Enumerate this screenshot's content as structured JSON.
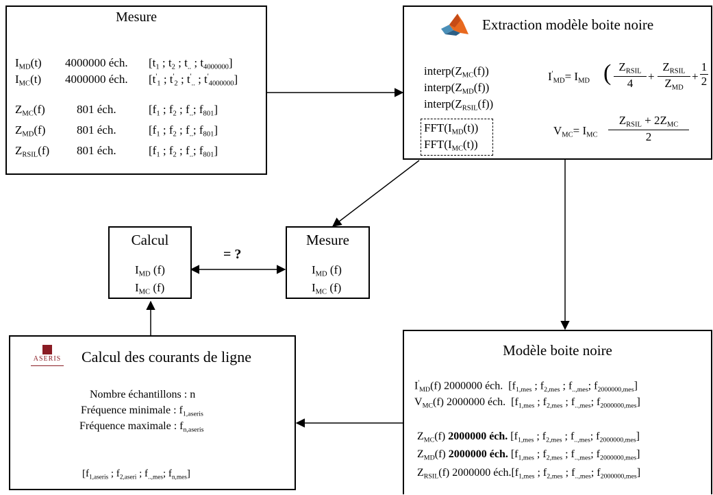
{
  "mesure_top": {
    "title": "Mesure",
    "rows": [
      {
        "var": "I",
        "sub": "MD",
        "arg": "(t)",
        "count": "4000000 éch.",
        "range": "[t1 ; t2 ; t.. ; t4000000]"
      },
      {
        "var": "I",
        "sub": "MC",
        "arg": "(t)",
        "count": "4000000 éch.",
        "range": "[t'1 ; t'2 ; t'.. ; t'4000000]"
      },
      {
        "var": "Z",
        "sub": "MC",
        "arg": "(f)",
        "count": "801 éch.",
        "range": "[f1 ; f2 ; f.. ; f801]"
      },
      {
        "var": "Z",
        "sub": "MD",
        "arg": "(f)",
        "count": "801 éch.",
        "range": "[f1 ; f2 ; f.. ; f801]"
      },
      {
        "var": "Z",
        "sub": "RSIL",
        "arg": "(f)",
        "count": "801 éch.",
        "range": "[f1 ; f2 ; f.. ; f801]"
      }
    ]
  },
  "extraction": {
    "title": "Extraction modèle boite noire",
    "icon": "matlab-logo",
    "interp": [
      "interp(ZMC(f))",
      "interp(ZMD(f))",
      "interp(ZRSIL(f))"
    ],
    "fft": [
      "FFT(IMD(t))",
      "FFT(IMC(t))"
    ],
    "formula_imd": "I'MD = IMD ( ZRSIL/4 + ZRSIL/ZMD + 1/2 )",
    "formula_vmc": "VMC = IMC (ZRSIL + 2ZMC)/2"
  },
  "calcul": {
    "title": "Calcul",
    "lines": [
      "IMD (f)",
      "IMC (f)"
    ]
  },
  "compare": {
    "label": "= ?"
  },
  "mesure_mid": {
    "title": "Mesure",
    "lines": [
      "IMD (f)",
      "IMC (f)"
    ]
  },
  "aseris": {
    "title": "Calcul des courants de ligne",
    "logo_text": "ASERIS",
    "lines": [
      "Nombre échantillons : n",
      "Fréquence minimale : f1,aseris",
      "Fréquence maximale : fn,aseris"
    ],
    "output": "[f1,aseris ; f2,aseri ; f..,mes; fn,mes]"
  },
  "modele": {
    "title": "Modèle boite noire",
    "rows": [
      {
        "label": "I'MD(f)",
        "count": "2000000 éch.",
        "range": "[f1,mes ; f2,mes ; f..,mes; f2000000,mes]"
      },
      {
        "label": "VMC(f)",
        "count": "2000000 éch.",
        "range": "[f1,mes ; f2,mes ; f..,mes; f2000000,mes]"
      },
      {
        "label": "ZMC(f)",
        "count": "2000000 éch.",
        "range": "[f1,mes ; f2,mes ; f..,mes; f2000000,mes]"
      },
      {
        "label": "ZMD(f)",
        "count": "2000000 éch.",
        "range": "[f1,mes ; f2,mes ; f..,mes; f2000000,mes]"
      },
      {
        "label": "ZRSIL(f)",
        "count": "2000000 éch.",
        "range": "[f1,mes ; f2,mes ; f..,mes; f2000000,mes]"
      }
    ]
  }
}
